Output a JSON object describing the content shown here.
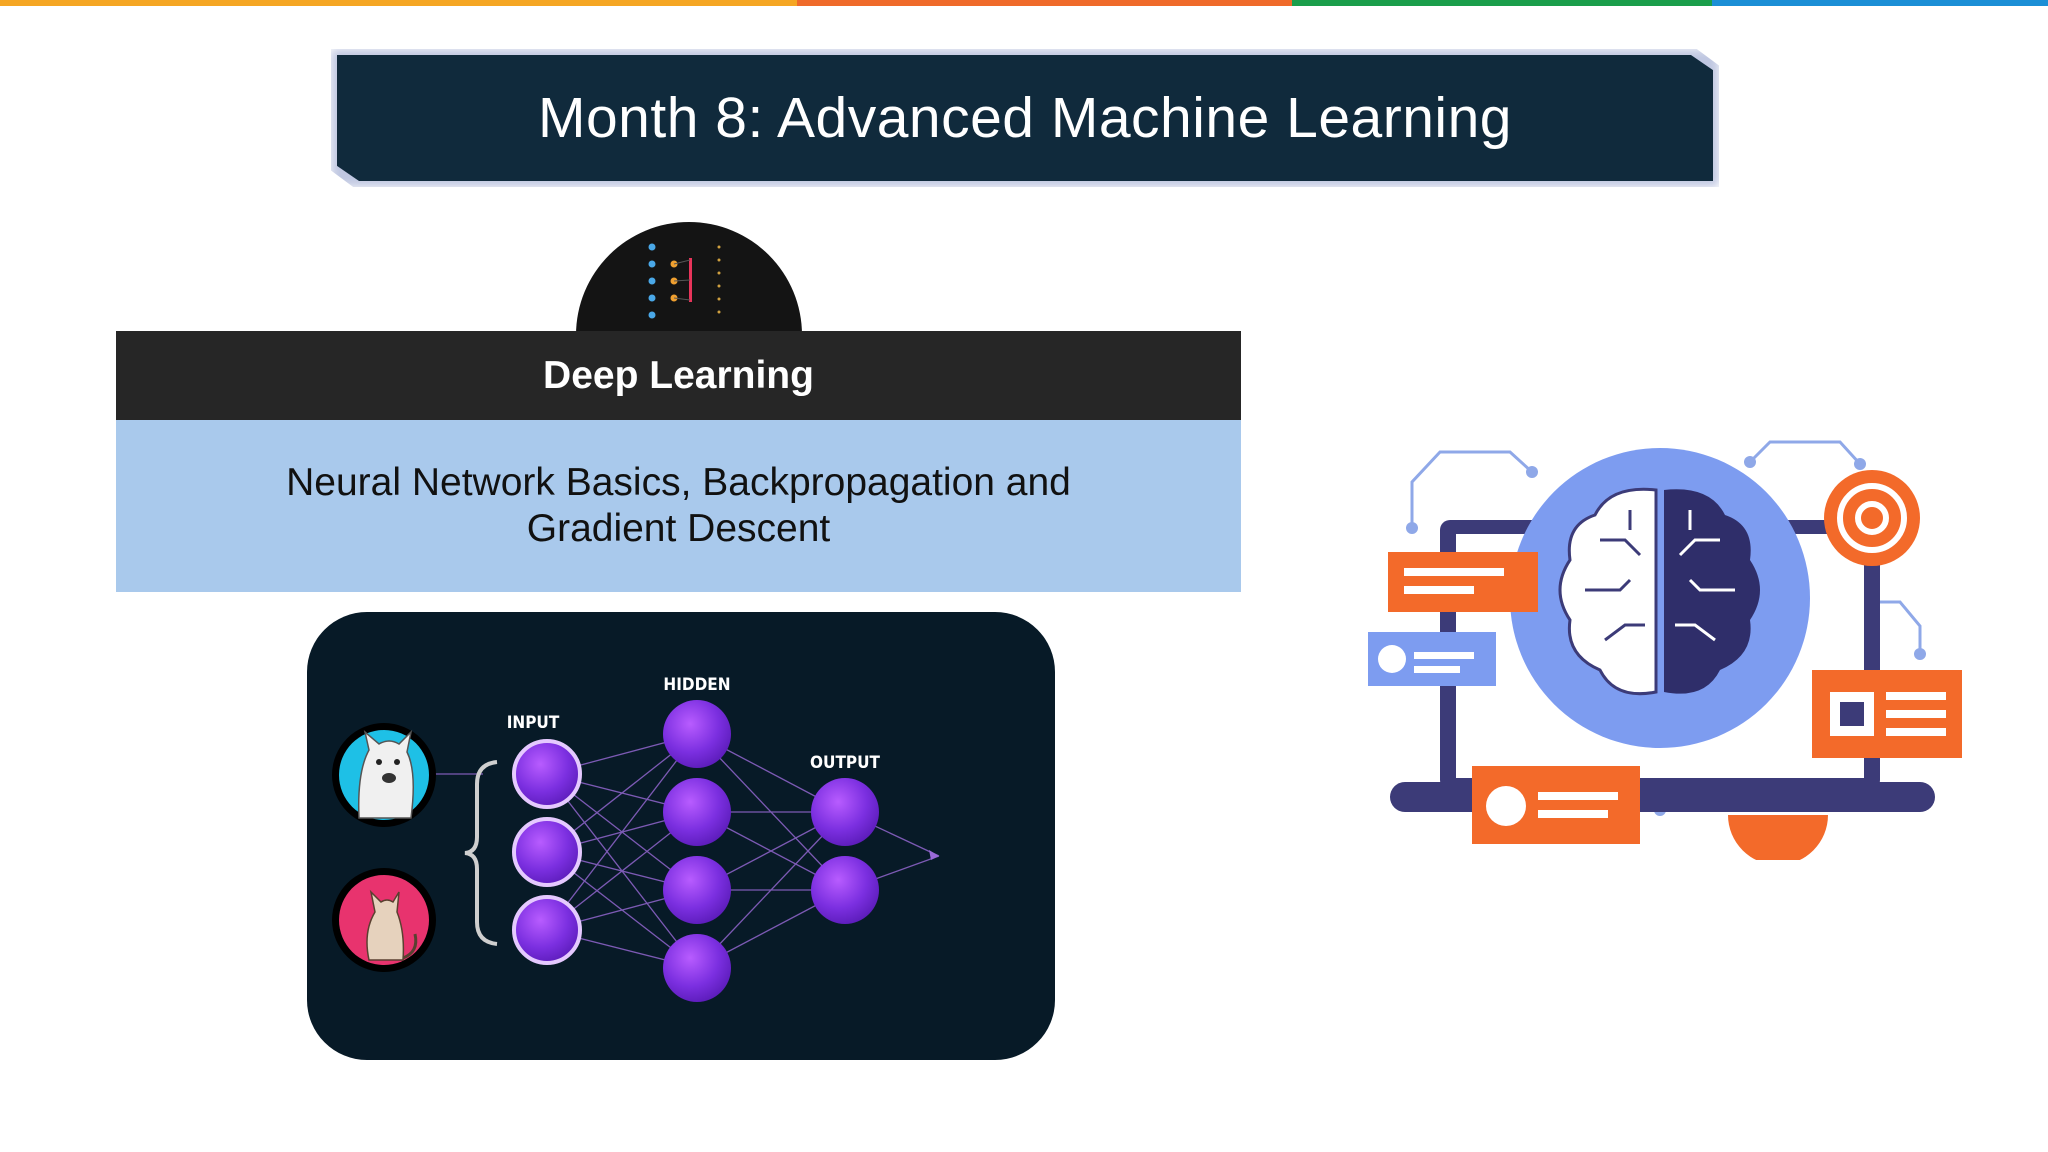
{
  "slide": {
    "title": "Month 8: Advanced Machine Learning",
    "accent_colors": [
      "#f5a623",
      "#ef6a2a",
      "#1a9e4b",
      "#1b8fd6"
    ]
  },
  "card": {
    "heading": "Deep Learning",
    "description": "Neural Network Basics, Backpropagation and Gradient Descent",
    "header_color": "#262626",
    "body_color": "#a9c9ec"
  },
  "network_diagram": {
    "input_label": "INPUT",
    "hidden_label": "HIDDEN",
    "output_label": "OUTPUT",
    "input_nodes": 3,
    "hidden_nodes": 4,
    "output_nodes": 2,
    "examples": [
      "dog-icon",
      "cat-icon"
    ]
  },
  "illustration": {
    "icons": [
      "brain-icon",
      "laptop-icon",
      "chip-icon",
      "target-icon",
      "chat-card-icon"
    ]
  }
}
